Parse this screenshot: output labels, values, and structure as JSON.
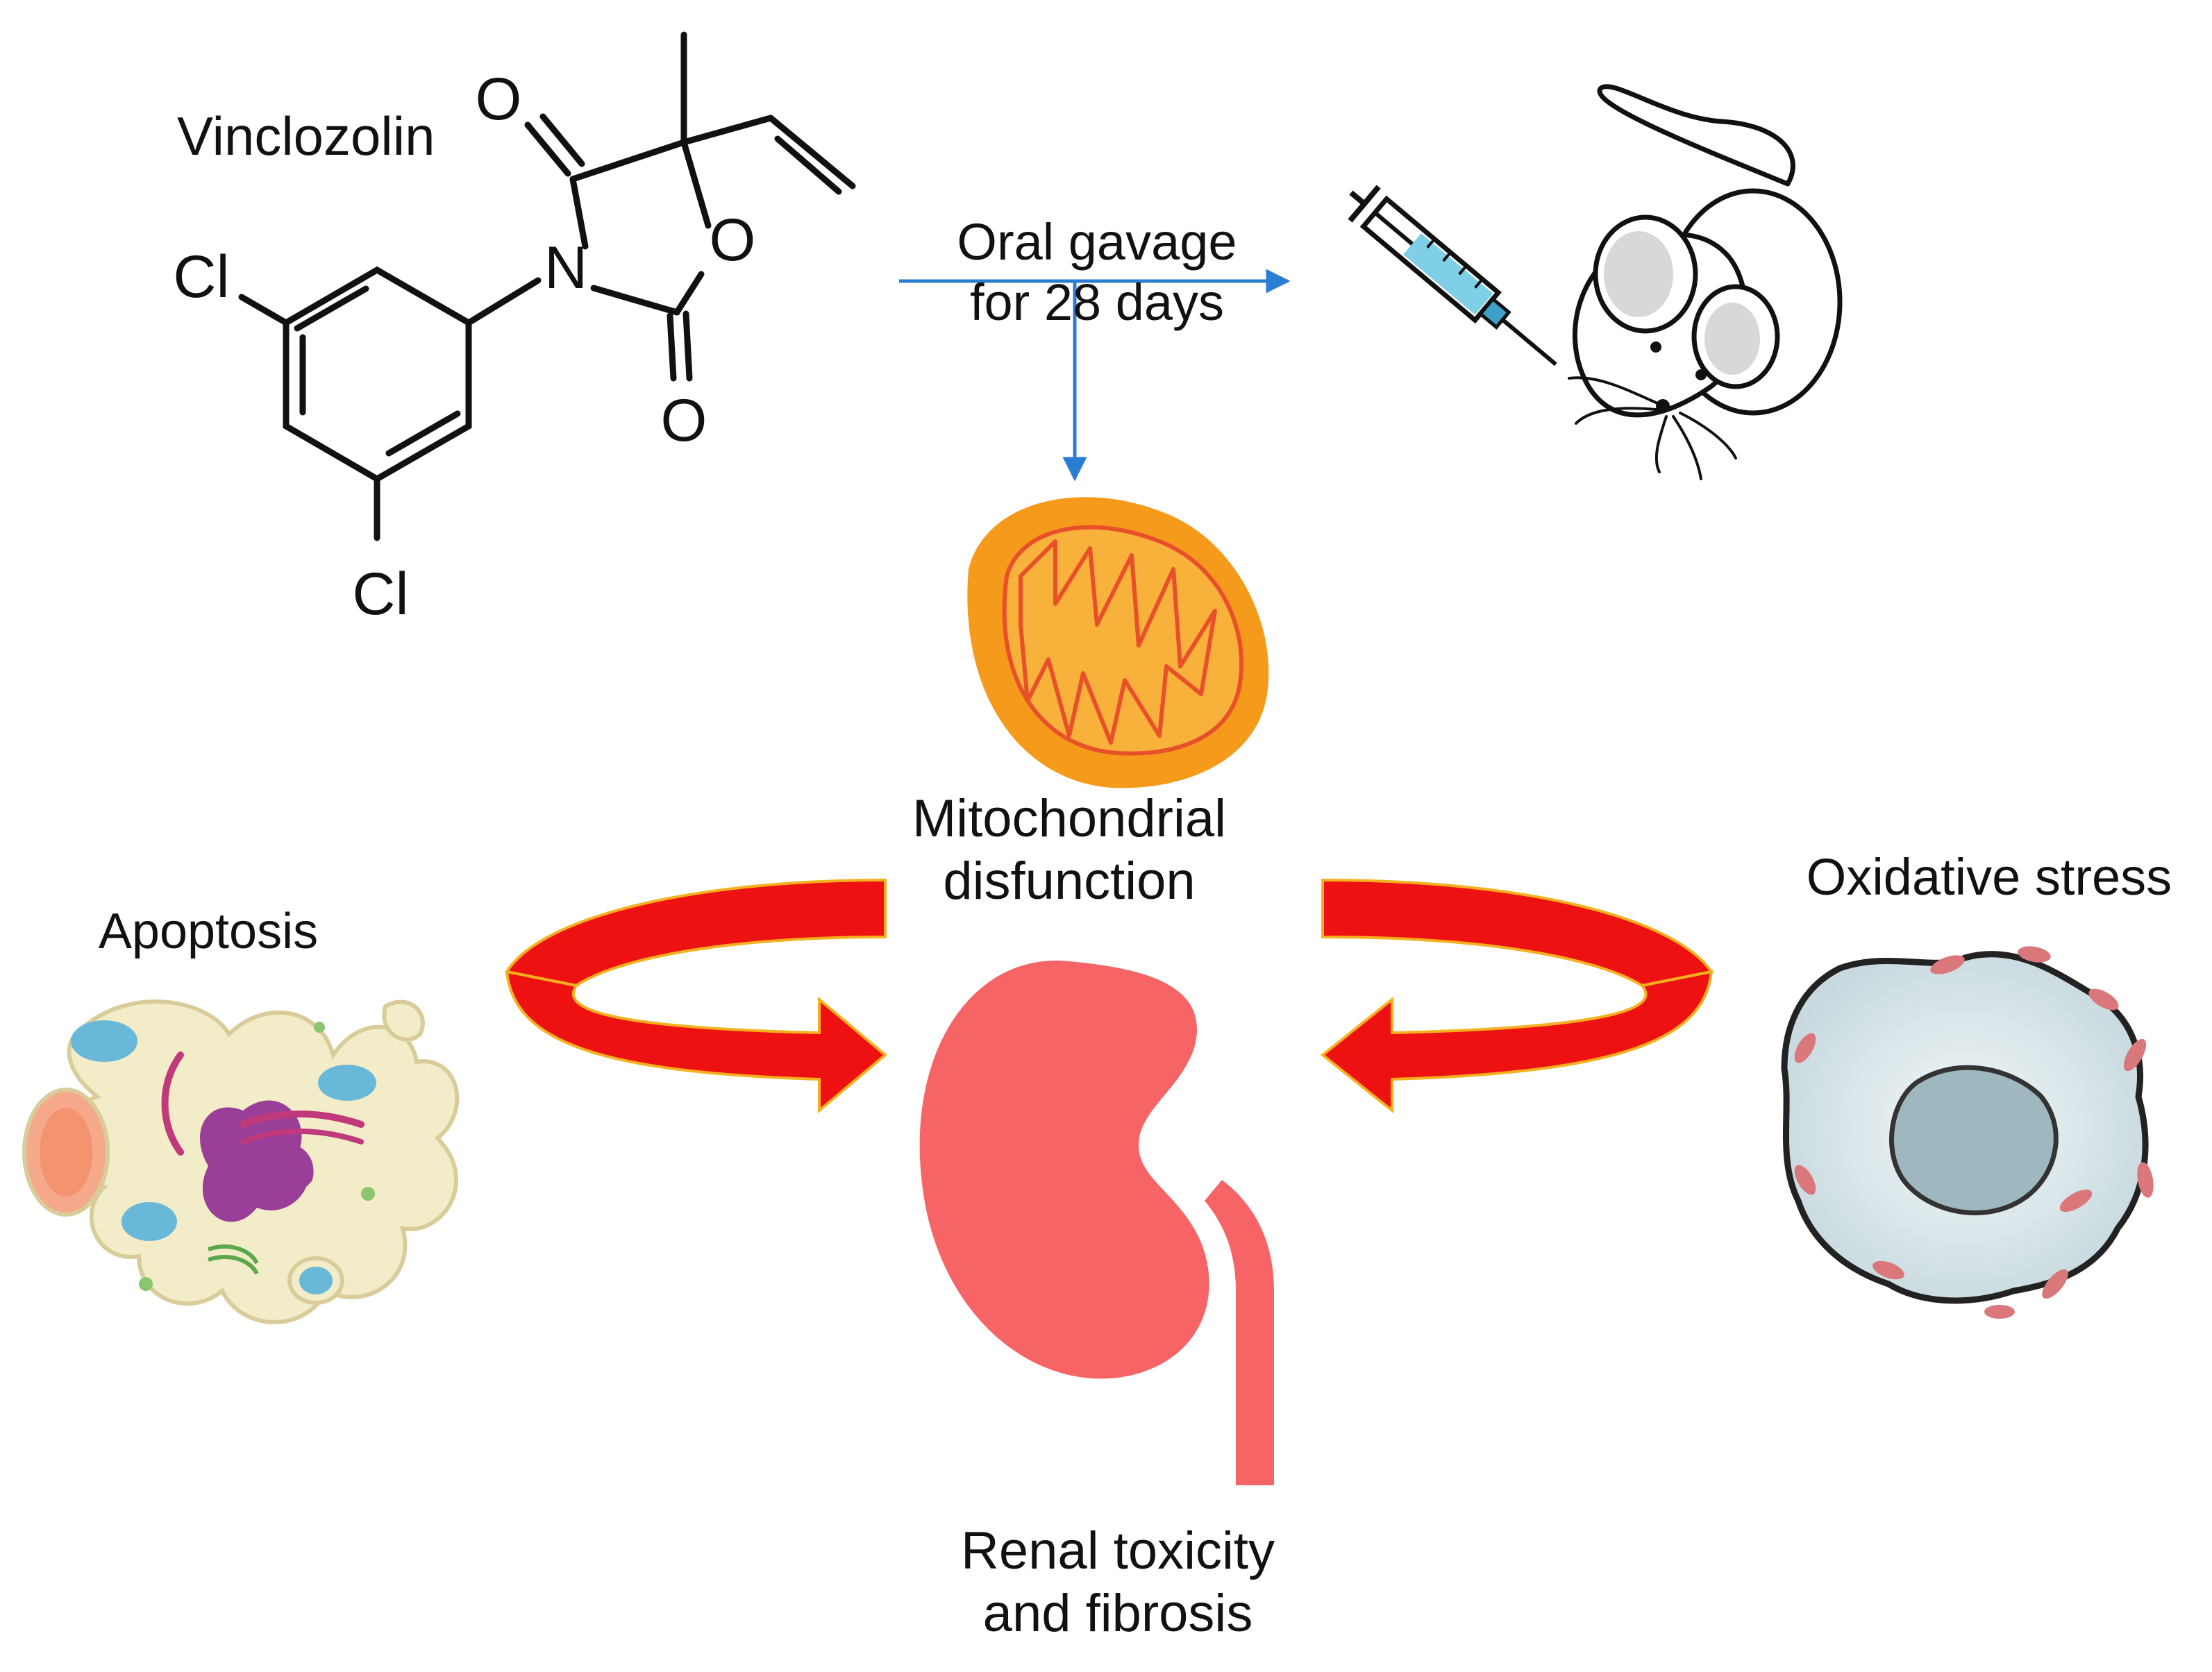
{
  "molecule": {
    "name": "Vinclozolin",
    "atoms": {
      "O_top": "O",
      "O_ring": "O",
      "O_bottom": "O",
      "N": "N",
      "Cl_1": "Cl",
      "Cl_2": "Cl"
    }
  },
  "treatment": {
    "line1": "Oral gavage",
    "line2": "for 28 days"
  },
  "mitochondria": {
    "line1": "Mitochondrial",
    "line2": "disfunction"
  },
  "apoptosis": {
    "label": "Apoptosis"
  },
  "oxidative": {
    "label": "Oxidative stress"
  },
  "kidney": {
    "line1": "Renal toxicity",
    "line2": "and fibrosis"
  },
  "colors": {
    "arrow_red": "#ee1111",
    "arrow_edge": "#f5b020",
    "blue_arrow": "#2b7cd3",
    "mito_fill": "#f59a1a",
    "mito_inner": "#e8502a",
    "kidney": "#f66465",
    "cell_ring": "#d9e6ea",
    "cell_nucleus": "#9fb8bf",
    "blebs": "#d9777a"
  }
}
